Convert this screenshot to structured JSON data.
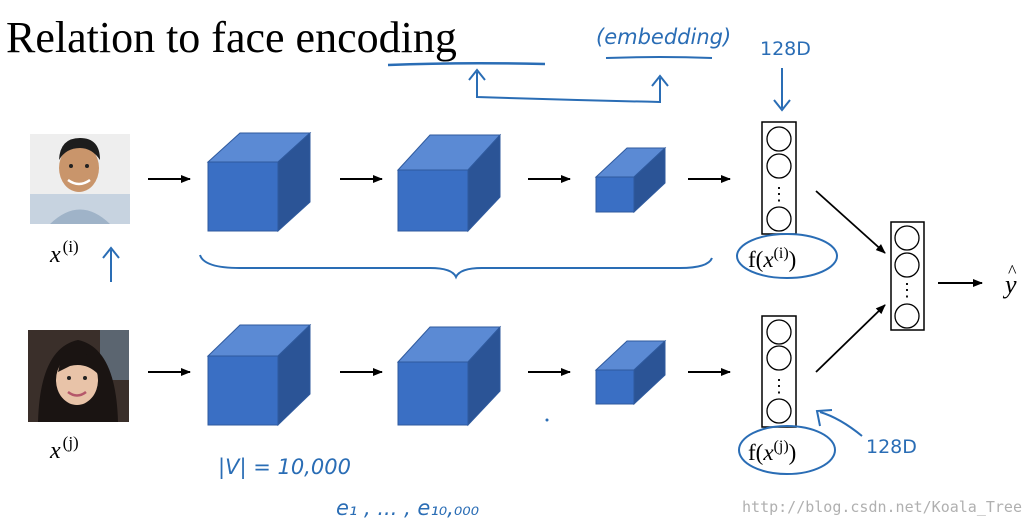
{
  "title": "Relation to face encoding",
  "annotations": {
    "embedding": "(embedding)",
    "dim_top": "128D",
    "dim_bottom": "128D",
    "vocab_size": "|V| = 10,000",
    "embedding_list": "e₁ , ... , e₁₀,₀₀₀"
  },
  "labels": {
    "input_top": "x(i)",
    "input_top_base": "x",
    "input_top_sup": "(i)",
    "input_bottom": "x(j)",
    "input_bottom_base": "x",
    "input_bottom_sup": "(j)",
    "encoding_top_prefix": "f(",
    "encoding_top_base": "x",
    "encoding_top_sup": "(i)",
    "encoding_top_suffix": ")",
    "encoding_bottom_prefix": "f(",
    "encoding_bottom_base": "x",
    "encoding_bottom_sup": "(j)",
    "encoding_bottom_suffix": ")",
    "output_base": "y",
    "output_hat": "^",
    "ellipsis": "⋮"
  },
  "watermark": "http://blog.csdn.net/Koala_Tree",
  "colors": {
    "cube_front": "#3a6fc4",
    "cube_top": "#5b8ad4",
    "cube_side": "#2b5496",
    "ink": "#2a6db5",
    "arrow": "#000000",
    "watermark": "#b0b0b0"
  },
  "icons": {
    "face_top": "face-photo-man",
    "face_bottom": "face-photo-woman"
  }
}
